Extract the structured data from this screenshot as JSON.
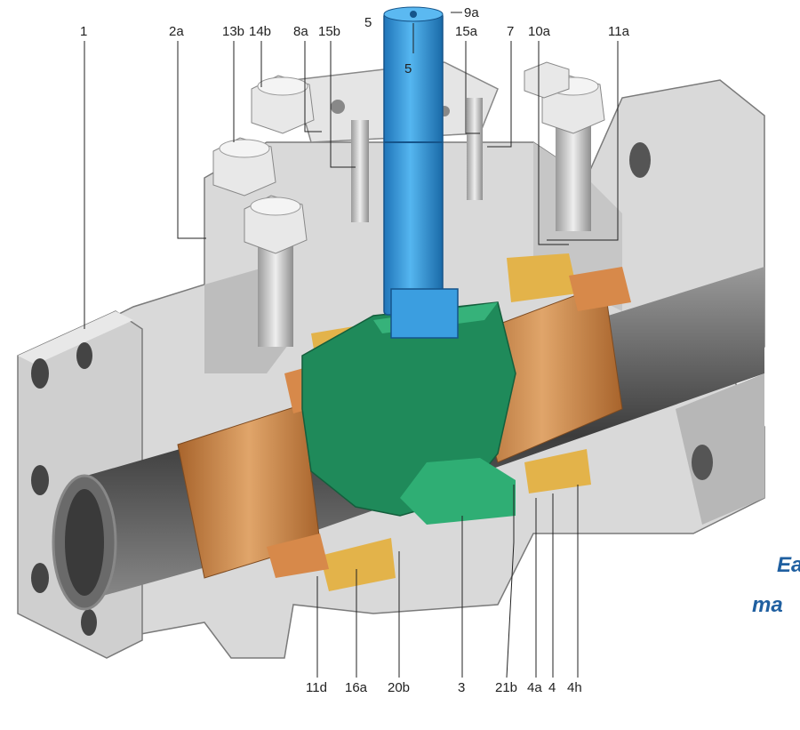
{
  "labels": {
    "l1": "1",
    "l2a": "2a",
    "l13b": "13b",
    "l14b": "14b",
    "l8a": "8a",
    "l15b": "15b",
    "l5": "5",
    "l9a": "9a",
    "l15a": "15a",
    "l7": "7",
    "l10a": "10a",
    "l11a": "11a",
    "l11d": "11d",
    "l16a": "16a",
    "l20b": "20b",
    "l3": "3",
    "l21b": "21b",
    "l4a": "4a",
    "l4": "4",
    "l4h": "4h"
  },
  "cropped_text": {
    "line1": "Ea",
    "line2": "ma"
  },
  "colors": {
    "body_grey": "#d6d6d6",
    "body_shade": "#a9a9a9",
    "stem_blue": "#3b9ee0",
    "ball_green": "#1f8a5a",
    "seat_copper": "#c9834a",
    "seat_gold": "#e3b34a",
    "bore_dark": "#5a5a5a",
    "caption_blue": "#1f5fa0"
  }
}
